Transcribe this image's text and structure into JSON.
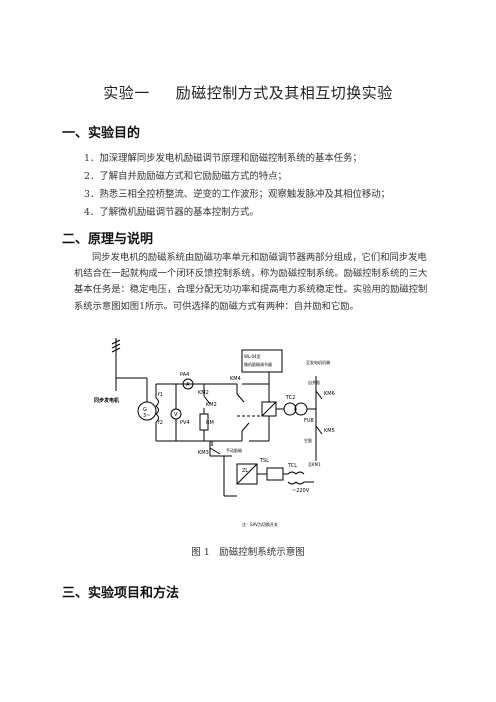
{
  "title": {
    "part1": "实验一",
    "part2": "励磁控制方式及其相互切换实验"
  },
  "sections": {
    "s1": "一、实验目的",
    "s2": "二、原理与说明",
    "s3": "三、实验项目和方法"
  },
  "objectives": [
    "1．加深理解同步发电机励磁调节原理和励磁控制系统的基本任务；",
    "2．了解自并励励磁方式和它励励磁方式的特点；",
    "3．熟悉三相全控桥整流、逆变的工作波形；观察触发脉冲及其相位移动；",
    "4．了解微机励磁调节器的基本控制方式。"
  ],
  "principle": "同步发电机的励磁系统由励磁功率单元和励磁调节器两部分组成，它们和同步发电机结合在一起就构成一个闭环反馈控制系统，称为励磁控制系统。励磁控制系统的三大基本任务是：稳定电压，合理分配无功功率和提高电力系统稳定性。实验用的励磁控制系统示意图如图1所示。可供选择的励磁方式有两种：自并励和它励。",
  "figure": {
    "labels": {
      "generator": "同步发电机",
      "g": "G",
      "g3": "3~",
      "pa4": "PA4",
      "a": "A",
      "km2a": "KM2",
      "km2b": "KM2",
      "v": "V",
      "pv4": "PV4",
      "rm": "RM",
      "f1": "f1",
      "f2": "f2",
      "km4": "KM4",
      "regulator1": "WL-04型",
      "regulator2": "微机励磁调节器",
      "tc2": "TC2",
      "km6": "KM6",
      "km5": "KM5",
      "fu": "FU8",
      "supply": "至发电机机端",
      "self_exc": "自并励",
      "other_exc": "它励",
      "to_bus": "至KM1",
      "km3": "KM3",
      "manual": "手动励磁",
      "zl": "ZL",
      "tsl": "TSL",
      "tcl": "TCL",
      "v220": "~220V",
      "note": "注：SAV为切换开关"
    }
  },
  "caption": "图 1　励磁控制系统示意图"
}
